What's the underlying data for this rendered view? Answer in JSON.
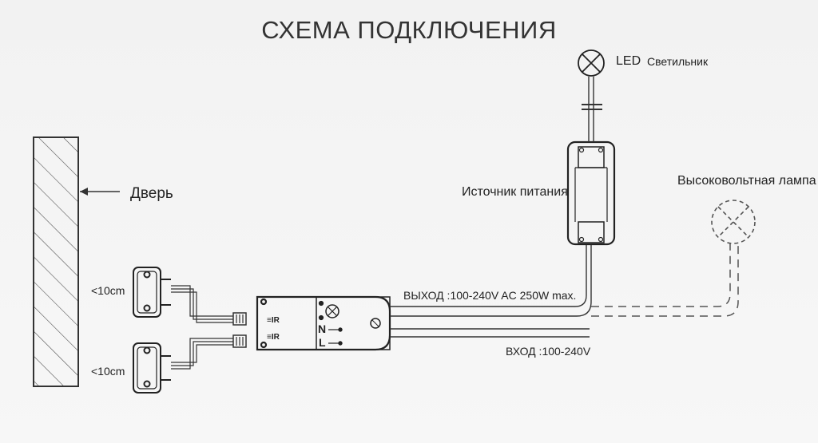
{
  "title": "СХЕМА ПОДКЛЮЧЕНИЯ",
  "labels": {
    "led": "LED",
    "fixture": "Светильник",
    "door": "Дверь",
    "power_supply": "Источник питания",
    "hv_lamp": "Высоковольтная лампа",
    "dist_top": "<10cm",
    "dist_bottom": "<10cm",
    "output": "ВЫХОД :100-240V AC 250W max.",
    "input": "ВХОД :100-240V",
    "ir1": "≡IR",
    "ir2": "≡IR",
    "n": "N",
    "l": "L"
  }
}
